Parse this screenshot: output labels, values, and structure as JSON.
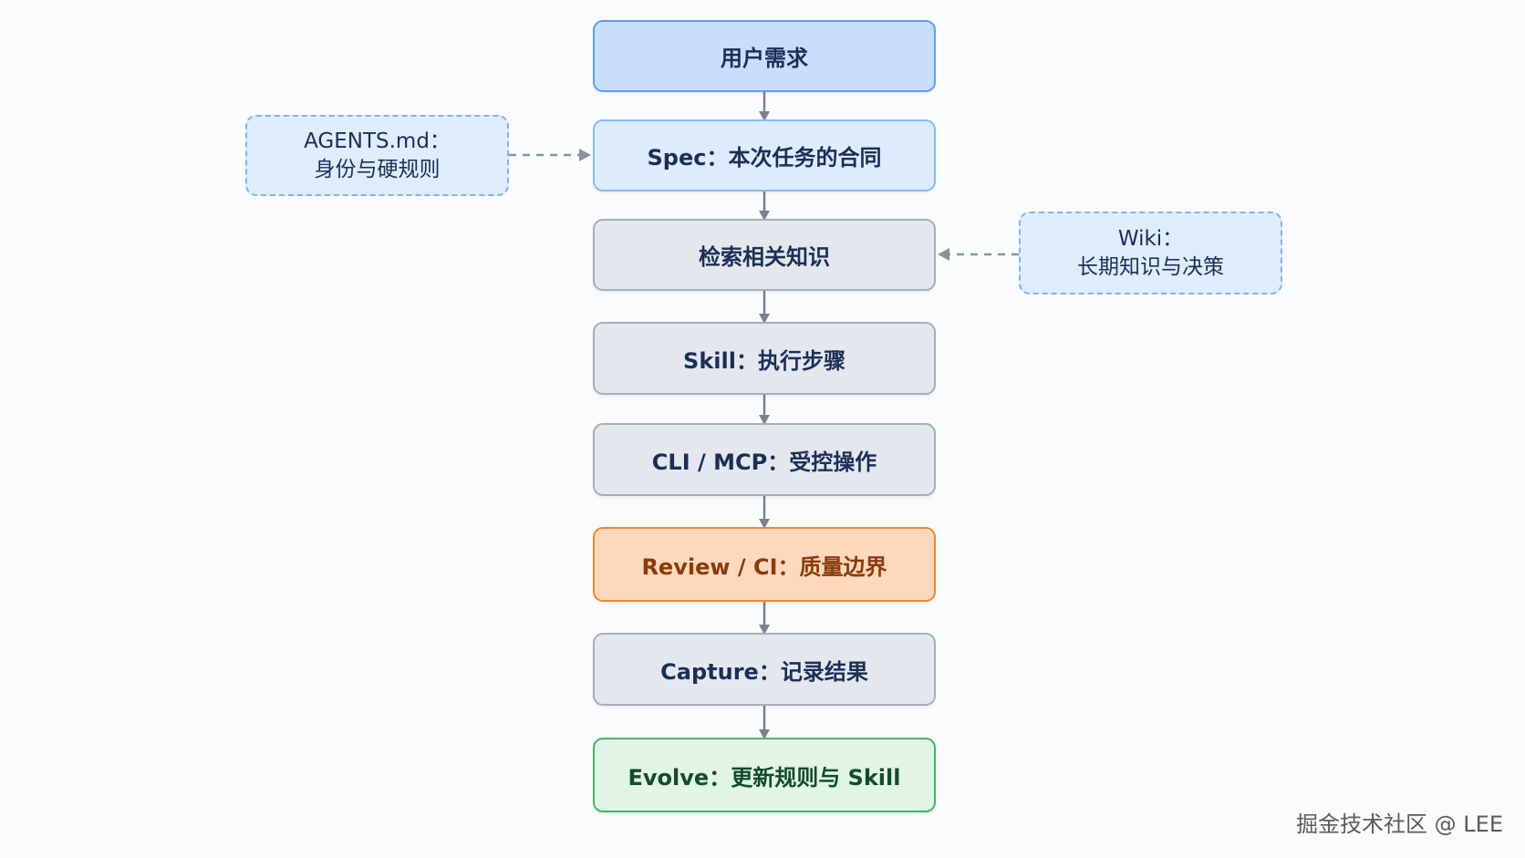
{
  "steps": [
    {
      "label": "用户需求",
      "style": "blue"
    },
    {
      "label": "Spec：本次任务的合同",
      "style": "blue-light"
    },
    {
      "label": "检索相关知识",
      "style": "gray"
    },
    {
      "label": "Skill：执行步骤",
      "style": "gray"
    },
    {
      "label": "CLI / MCP：受控操作",
      "style": "gray"
    },
    {
      "label": "Review / CI：质量边界",
      "style": "orange"
    },
    {
      "label": "Capture：记录结果",
      "style": "gray"
    },
    {
      "label": "Evolve：更新规则与 Skill",
      "style": "green"
    }
  ],
  "side_inputs": {
    "agents": {
      "line1": "AGENTS.md：",
      "line2": "身份与硬规则",
      "target_step": "Spec：本次任务的合同"
    },
    "wiki": {
      "line1": "Wiki：",
      "line2": "长期知识与决策",
      "target_step": "检索相关知识"
    }
  },
  "watermark": "掘金技术社区 @ LEE",
  "colors": {
    "arrow": "#7a818c",
    "dashed_arrow": "#8a929d",
    "blue_fill": "#c7dffc",
    "orange_fill": "#fcd9bc",
    "green_fill": "#e1f4e6",
    "gray_fill": "#e4e8ee"
  }
}
